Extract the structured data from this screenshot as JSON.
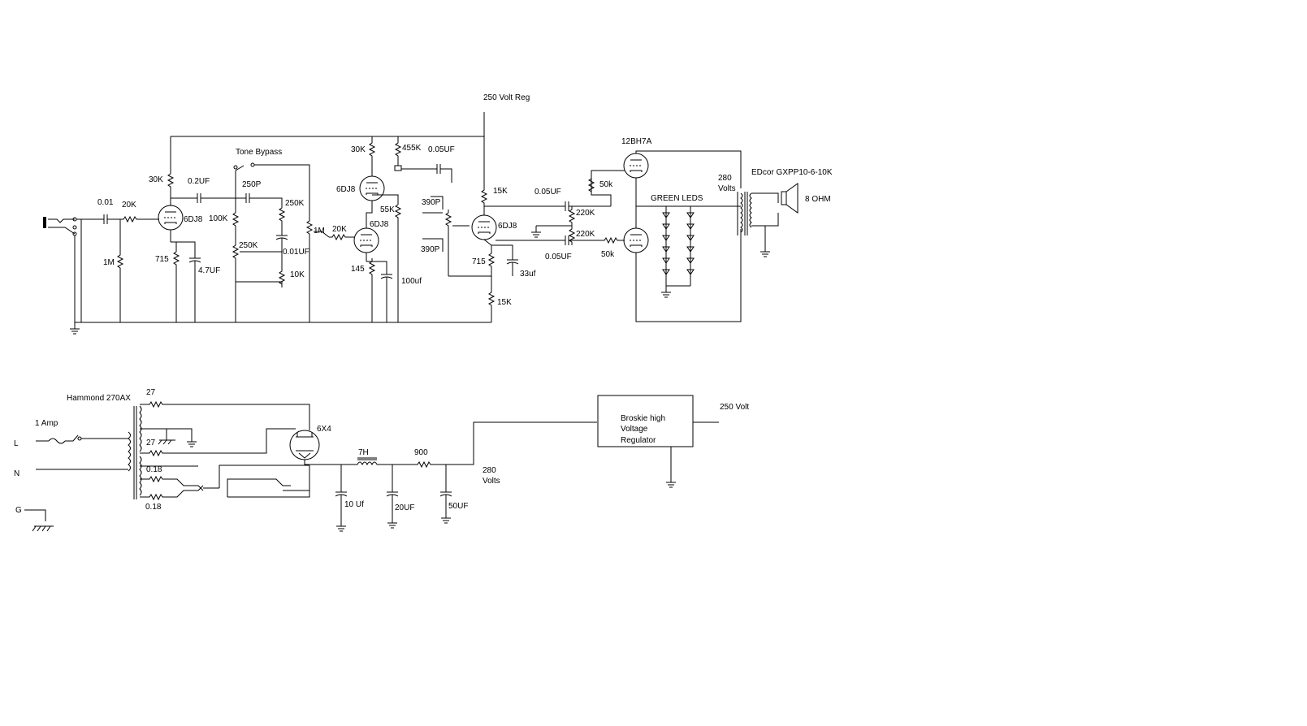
{
  "amp": {
    "supply_label": "250 Volt Reg",
    "tone_bypass": "Tone Bypass",
    "input_cap": "0.01",
    "input_res": "20K",
    "input_leak": "1M",
    "v1": {
      "plate_res": "30K",
      "tube": "6DJ8",
      "cathode_res": "715",
      "bypass_cap": "4.7UF"
    },
    "coupling": "0.2UF",
    "tone": {
      "c_top": "250P",
      "r_treble": "250K",
      "r_mid": "100K",
      "r_bass": "250K",
      "c_bass": "0.01UF",
      "r_bottom": "10K"
    },
    "volume": "1M",
    "grid_stop": "20K",
    "v2": {
      "plate_res": "30K",
      "upper": "6DJ8",
      "lower": "6DJ8",
      "cathode_res": "145",
      "cathode_cap": "100uf",
      "mid_res": "55K"
    },
    "fb": {
      "res": "455K",
      "cap": "0.05UF"
    },
    "pi": {
      "c_a": "390P",
      "c_b": "390P",
      "plate_res": "15K",
      "tube": "6DJ8",
      "cathode_res": "715",
      "cathode_cap": "33uf",
      "tail_res": "15K"
    },
    "out": {
      "cap_top": "0.05UF",
      "cap_bot": "0.05UF",
      "bias_a": "220K",
      "bias_b": "220K",
      "stop_top": "50k",
      "stop_bot": "50k",
      "tube": "12BH7A"
    },
    "leds": "GREEN LEDS",
    "xfmr": {
      "volts_a": "280",
      "volts_b": "Volts",
      "name": "EDcor GXPP10-6-10K",
      "load": "8 OHM"
    }
  },
  "psu": {
    "xfmr": "Hammond 270AX",
    "fuse": "1 Amp",
    "line": "L",
    "neutral": "N",
    "ground": "G",
    "r_a": "27",
    "r_b": "27",
    "r_c": "0.18",
    "r_d": "0.18",
    "rect": "6X4",
    "choke": "7H",
    "r_drop": "900",
    "c1": "10 Uf",
    "c2": "20UF",
    "c3": "50UF",
    "v_a": "280",
    "v_b": "Volts",
    "reg_1": "Broskie high",
    "reg_2": "Voltage",
    "reg_3": "Regulator",
    "v_out": "250 Volt"
  }
}
